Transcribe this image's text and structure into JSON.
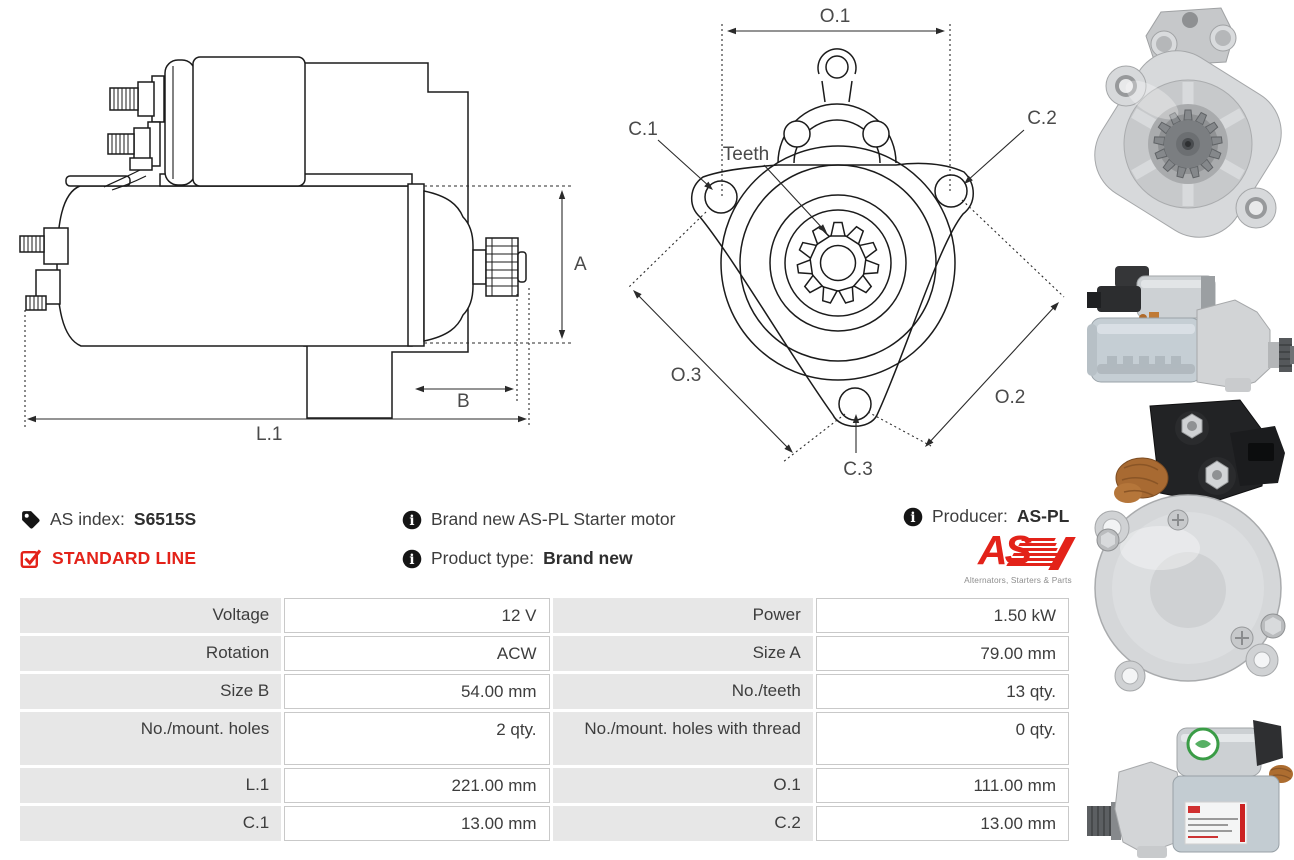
{
  "side_view": {
    "dim_a": "A",
    "dim_b": "B",
    "dim_l1": "L.1"
  },
  "front_view": {
    "dim_o1": "O.1",
    "dim_o2": "O.2",
    "dim_o3": "O.3",
    "dim_c1": "C.1",
    "dim_c2": "C.2",
    "dim_c3": "C.3",
    "teeth_label": "Teeth"
  },
  "info": {
    "as_index_label": "AS index:",
    "as_index_value": "S6515S",
    "line_badge": "STANDARD LINE",
    "description": "Brand new AS-PL Starter motor",
    "product_type_label": "Product type:",
    "product_type_value": "Brand new",
    "producer_label": "Producer:",
    "producer_value": "AS-PL",
    "logo_text": "AS",
    "logo_tagline": "Alternators, Starters & Parts"
  },
  "colors": {
    "accent_red": "#e32219",
    "label_cell_bg": "#e7e7e7",
    "value_cell_border": "#c9c9c9",
    "text": "#3d3d3d"
  },
  "spec_table": {
    "rows": [
      [
        "Voltage",
        "12 V",
        "Power",
        "1.50 kW"
      ],
      [
        "Rotation",
        "ACW",
        "Size A",
        "79.00 mm"
      ],
      [
        "Size B",
        "54.00 mm",
        "No./teeth",
        "13 qty."
      ],
      [
        "No./mount. holes",
        "2 qty.",
        "No./mount. holes with thread",
        "0 qty."
      ],
      [
        "L.1",
        "221.00 mm",
        "O.1",
        "111.00 mm"
      ],
      [
        "C.1",
        "13.00 mm",
        "C.2",
        "13.00 mm"
      ]
    ]
  }
}
